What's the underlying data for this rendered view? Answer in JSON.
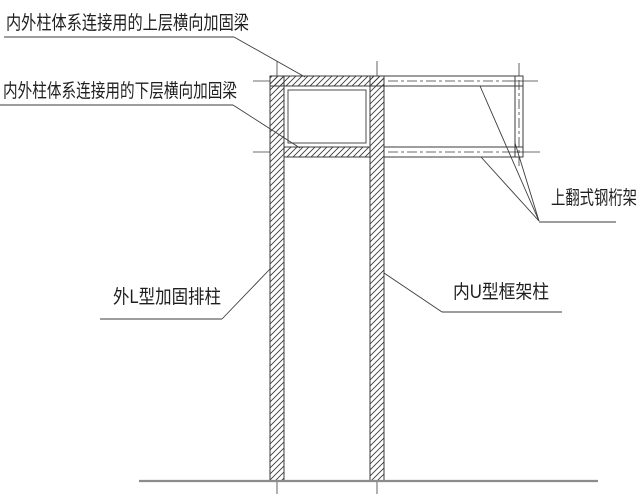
{
  "diagram": {
    "labels": {
      "upper_beam": "内外柱体系连接用的上层横向加固梁",
      "lower_beam": "内外柱体系连接用的下层横向加固梁",
      "outer_column": "外L型加固排柱",
      "inner_column": "内U型框架柱",
      "truss": "上翻式钢桁架"
    },
    "colors": {
      "line": "#3b3b3b",
      "ground": "#8c8c8c",
      "text": "#1f1f1f",
      "background": "#ffffff"
    }
  }
}
